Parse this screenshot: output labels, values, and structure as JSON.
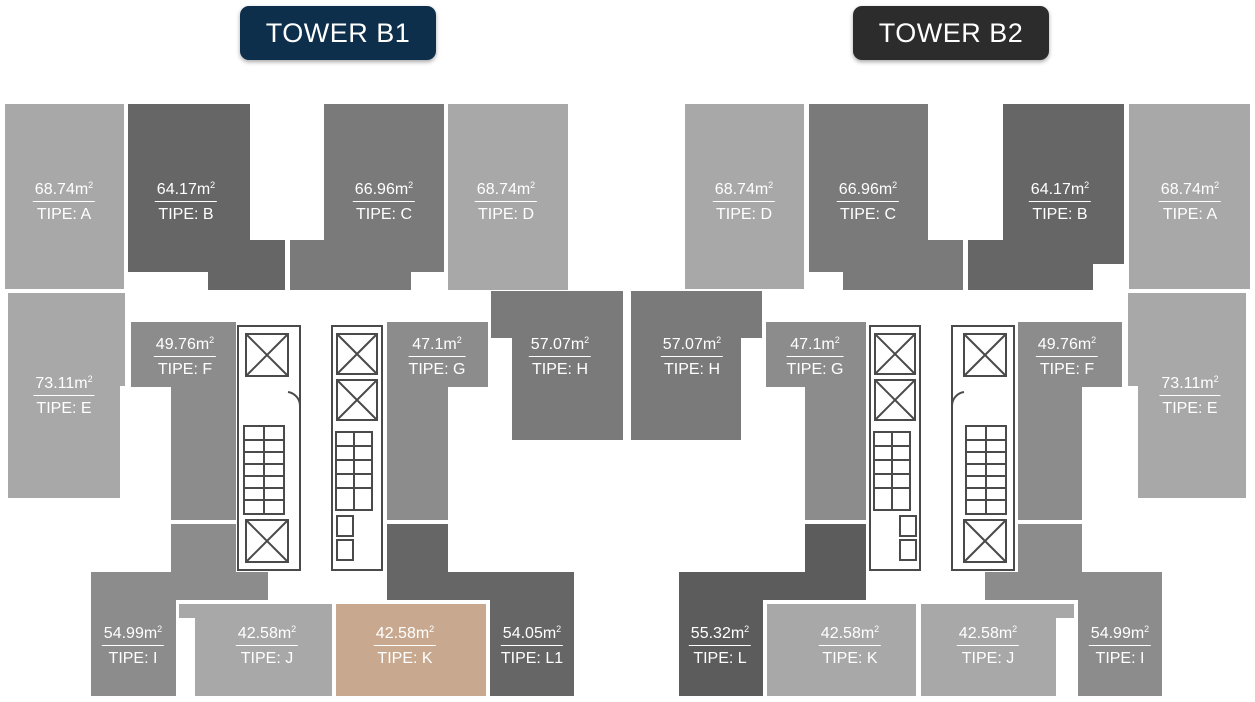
{
  "towers": {
    "b1": {
      "title": "TOWER B1",
      "color": "#0e2f4b"
    },
    "b2": {
      "title": "TOWER B2",
      "color": "#2c2c2c"
    }
  },
  "colors": {
    "light": "#a8a8a8",
    "mid": "#8c8c8c",
    "medium_dark": "#7a7a7a",
    "dark": "#666666",
    "darker": "#5c5c5c",
    "selected": "#c8a98f",
    "core_wall": "#4a4a4a"
  },
  "area_unit_sup": "2",
  "units": {
    "b1_a": {
      "area": "68.74m",
      "type": "TIPE: A"
    },
    "b1_b": {
      "area": "64.17m",
      "type": "TIPE: B"
    },
    "b1_c": {
      "area": "66.96m",
      "type": "TIPE: C"
    },
    "b1_d": {
      "area": "68.74m",
      "type": "TIPE: D"
    },
    "b1_e": {
      "area": "73.11m",
      "type": "TIPE: E"
    },
    "b1_f": {
      "area": "49.76m",
      "type": "TIPE: F"
    },
    "b1_g": {
      "area": "47.1m",
      "type": "TIPE: G"
    },
    "b1_h": {
      "area": "57.07m",
      "type": "TIPE: H"
    },
    "b1_i": {
      "area": "54.99m",
      "type": "TIPE: I"
    },
    "b1_j": {
      "area": "42.58m",
      "type": "TIPE: J"
    },
    "b1_k": {
      "area": "42.58m",
      "type": "TIPE: K"
    },
    "b1_l1": {
      "area": "54.05m",
      "type": "TIPE: L1"
    },
    "b2_d": {
      "area": "68.74m",
      "type": "TIPE: D"
    },
    "b2_c": {
      "area": "66.96m",
      "type": "TIPE: C"
    },
    "b2_b": {
      "area": "64.17m",
      "type": "TIPE: B"
    },
    "b2_a": {
      "area": "68.74m",
      "type": "TIPE: A"
    },
    "b2_h": {
      "area": "57.07m",
      "type": "TIPE: H"
    },
    "b2_g": {
      "area": "47.1m",
      "type": "TIPE: G"
    },
    "b2_f": {
      "area": "49.76m",
      "type": "TIPE: F"
    },
    "b2_e": {
      "area": "73.11m",
      "type": "TIPE: E"
    },
    "b2_l": {
      "area": "55.32m",
      "type": "TIPE: L"
    },
    "b2_k": {
      "area": "42.58m",
      "type": "TIPE: K"
    },
    "b2_j": {
      "area": "42.58m",
      "type": "TIPE: J"
    },
    "b2_i": {
      "area": "54.99m",
      "type": "TIPE: I"
    }
  }
}
